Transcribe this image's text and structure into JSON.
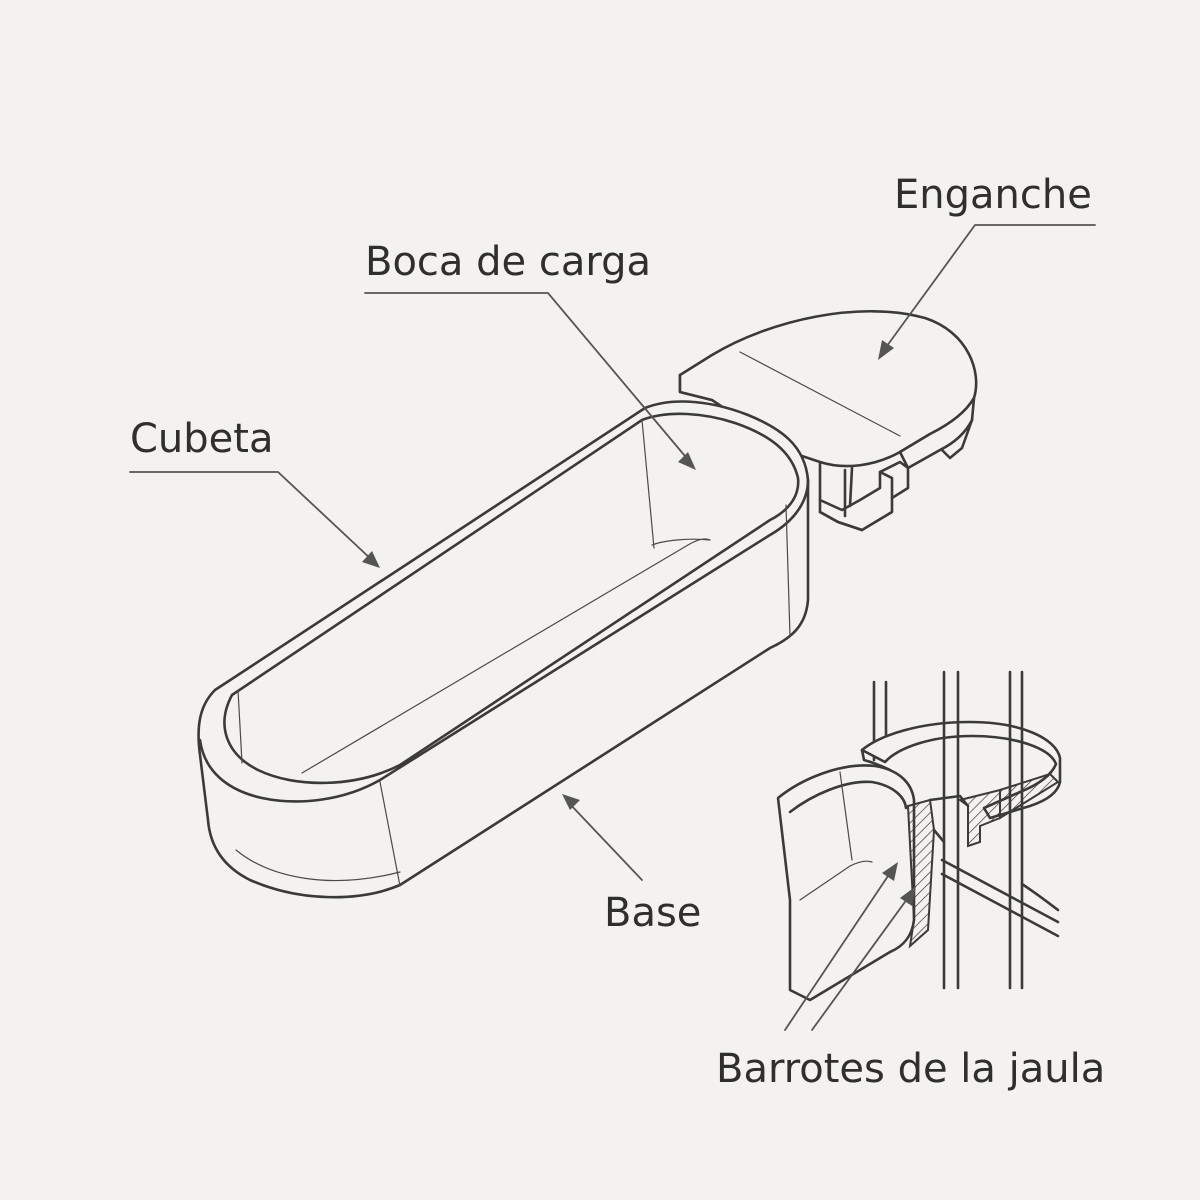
{
  "labels": {
    "enganche": "Enganche",
    "boca_de_carga": "Boca de carga",
    "cubeta": "Cubeta",
    "base": "Base",
    "barrotes": "Barrotes de la jaula"
  },
  "colors": {
    "background": "#f4f2ee",
    "line": "#3a3a38",
    "leader": "#555553",
    "text": "#2f2f2d"
  }
}
